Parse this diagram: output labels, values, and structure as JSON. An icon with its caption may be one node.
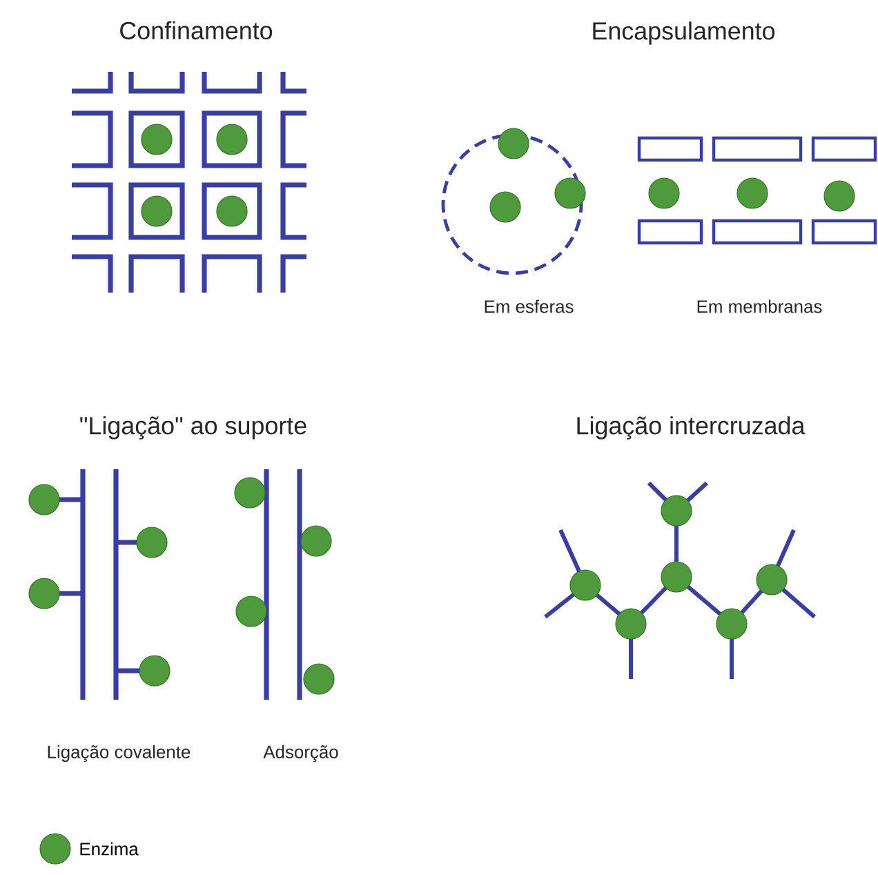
{
  "diagram": {
    "labels": [
      "Confinamento",
      "Encapsulamento",
      "Em esferas",
      "Em membranas",
      "\"Ligação\" ao suporte",
      "Ligação intercruzada",
      "Ligação covalente",
      "Adsorção"
    ],
    "legend": [
      {
        "text": "Enzima",
        "color": "#4e9a3c"
      }
    ]
  }
}
